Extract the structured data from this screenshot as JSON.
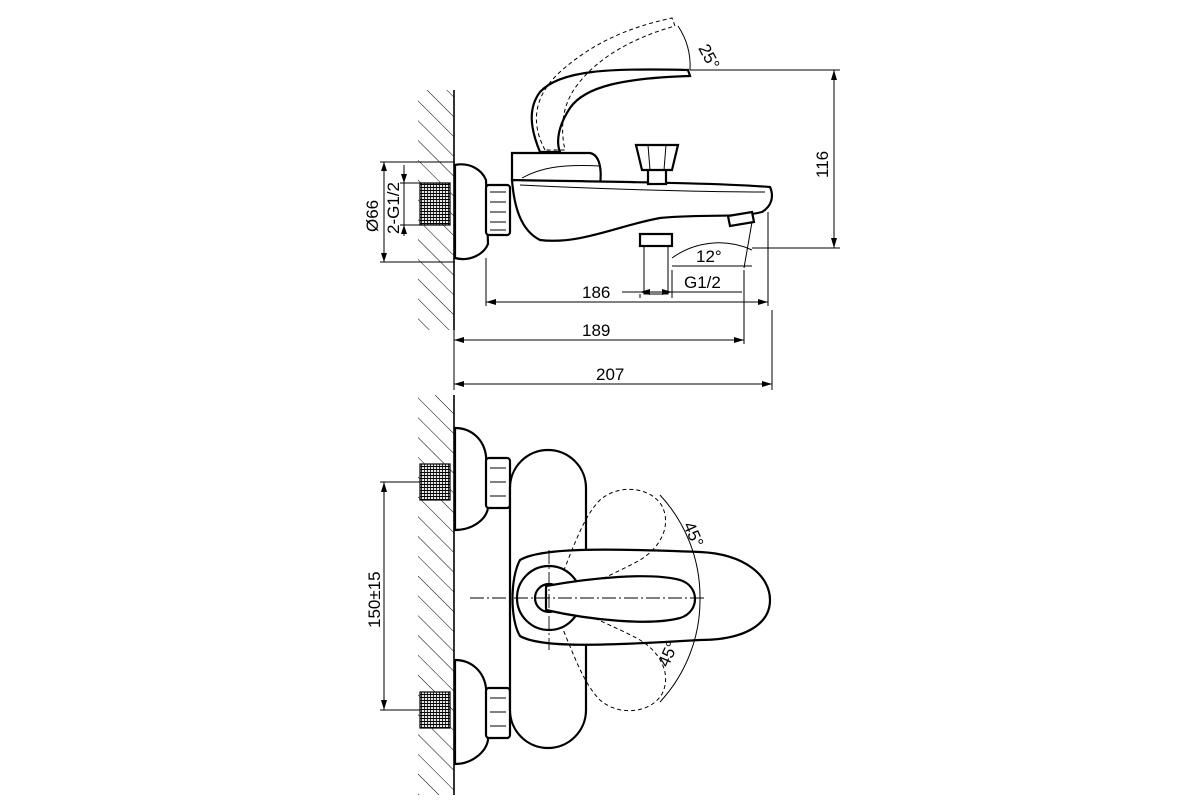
{
  "diagram": {
    "side_view": {
      "dim_angle_handle": "25°",
      "dim_height": "116",
      "dim_flange_diameter": "Ø66",
      "dim_connection": "2-G1/2",
      "dim_angle_spout": "12°",
      "dim_outlet_thread": "G1/2",
      "dim_length_186": "186",
      "dim_length_189": "189",
      "dim_length_207": "207"
    },
    "top_view": {
      "dim_center_distance": "150±15",
      "dim_angle_upper": "45°",
      "dim_angle_lower": "45°"
    }
  }
}
